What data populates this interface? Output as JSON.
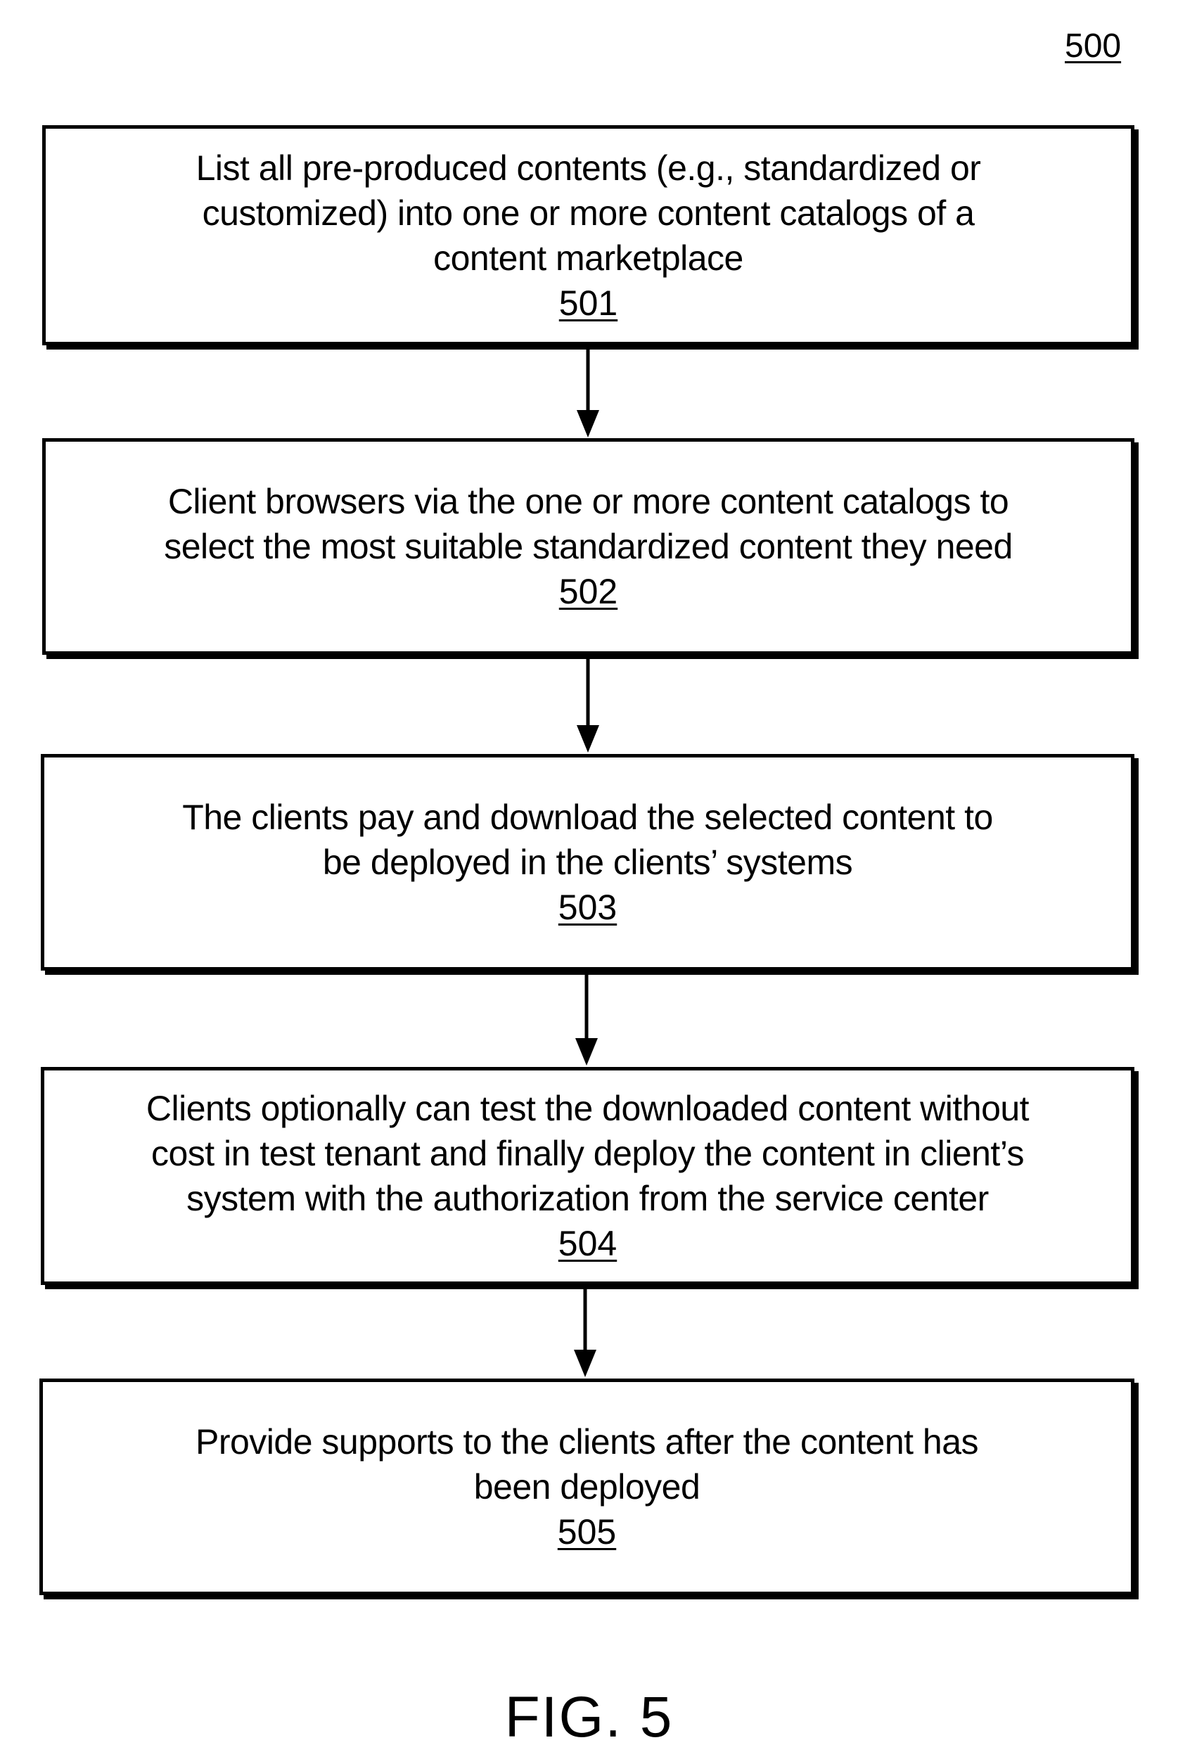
{
  "figure_ref": "500",
  "steps": [
    {
      "text": "List all pre-produced contents (e.g., standardized or customized) into one or more content catalogs of a content marketplace",
      "id": "501"
    },
    {
      "text": "Client browsers via the one or more content catalogs to select the most suitable standardized content they need",
      "id": "502"
    },
    {
      "text": "The clients pay and download the selected content to be deployed in the clients’ systems",
      "id": "503"
    },
    {
      "text": "Clients optionally can test the downloaded content without cost in test tenant and finally deploy the content in client’s system with the authorization from the service center",
      "id": "504"
    },
    {
      "text": "Provide supports to the clients after the content has been deployed",
      "id": "505"
    }
  ],
  "caption": "FIG. 5"
}
